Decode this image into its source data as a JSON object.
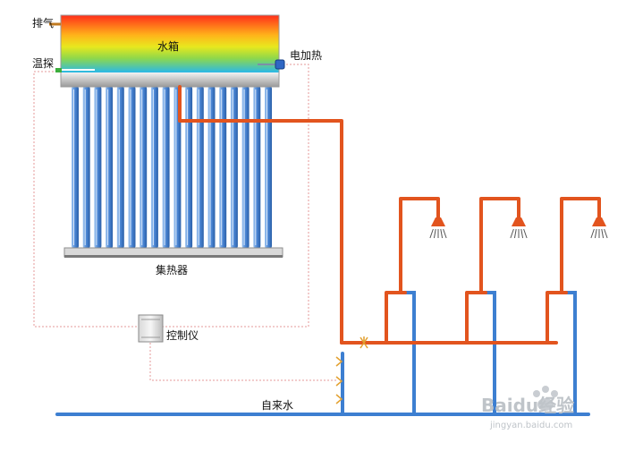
{
  "labels": {
    "vent": "排气",
    "temp_probe": "温探",
    "water_tank": "水箱",
    "electric_heating": "电加热",
    "collector": "集热器",
    "controller": "控制仪",
    "tap_water": "自来水"
  },
  "watermark": {
    "brand": "Baidu经验",
    "url": "jingyan.baidu.com"
  },
  "colors": {
    "hot_pipe": "#e2541e",
    "cold_pipe": "#3d7fd1",
    "control_wire": "#e59a9a",
    "tank_top": "#ff2a1a",
    "tank_mid": "#ffd21a",
    "tank_bottom": "#24b8e6",
    "tube": "#4a86d6"
  },
  "diagram": {
    "tube_count": 18,
    "shower_count": 3
  }
}
